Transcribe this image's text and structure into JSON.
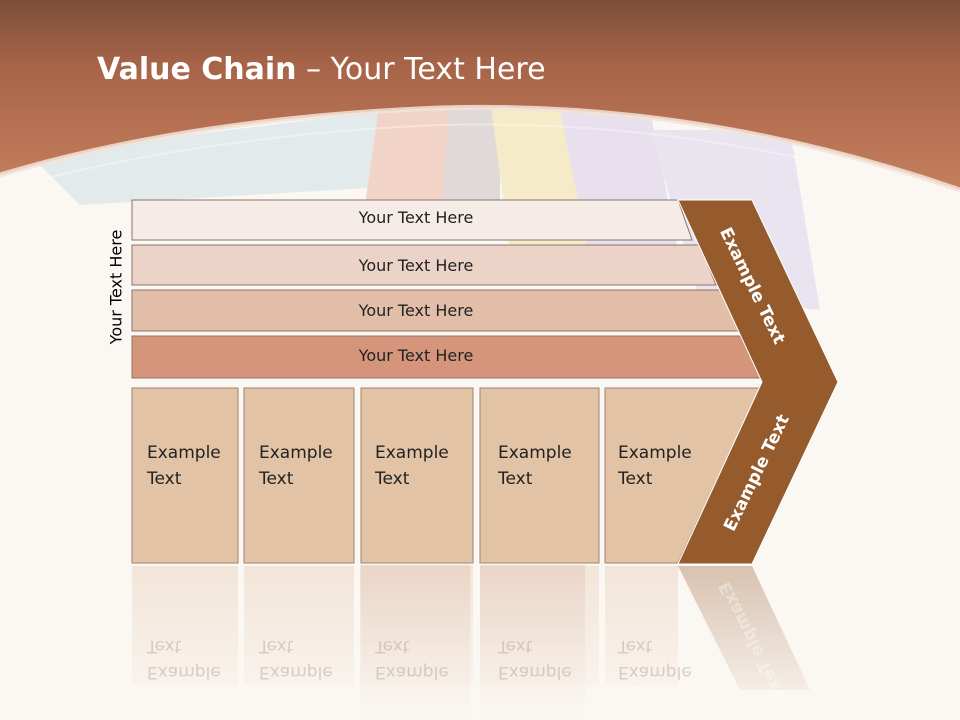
{
  "title": {
    "bold": "Value Chain",
    "rest": " – Your Text Here"
  },
  "side_label": "Your Text Here",
  "bars": [
    {
      "label": "Your Text Here"
    },
    {
      "label": "Your Text Here"
    },
    {
      "label": "Your Text Here"
    },
    {
      "label": "Your Text Here"
    }
  ],
  "boxes": [
    {
      "line1": "Example",
      "line2": "Text"
    },
    {
      "line1": "Example",
      "line2": "Text"
    },
    {
      "line1": "Example",
      "line2": "Text"
    },
    {
      "line1": "Example",
      "line2": "Text"
    },
    {
      "line1": "Example",
      "line2": "Text"
    }
  ],
  "chevron": {
    "top_label": "Example Text",
    "bottom_label": "Example Text"
  },
  "colors": {
    "header": "#b8704f",
    "chevron": "#955b2d",
    "box": "#e2c3a5",
    "bar1": "#f5ebe7",
    "bar2": "#ebd3c7",
    "bar3": "#e2bea9",
    "bar4": "#d4957b"
  }
}
